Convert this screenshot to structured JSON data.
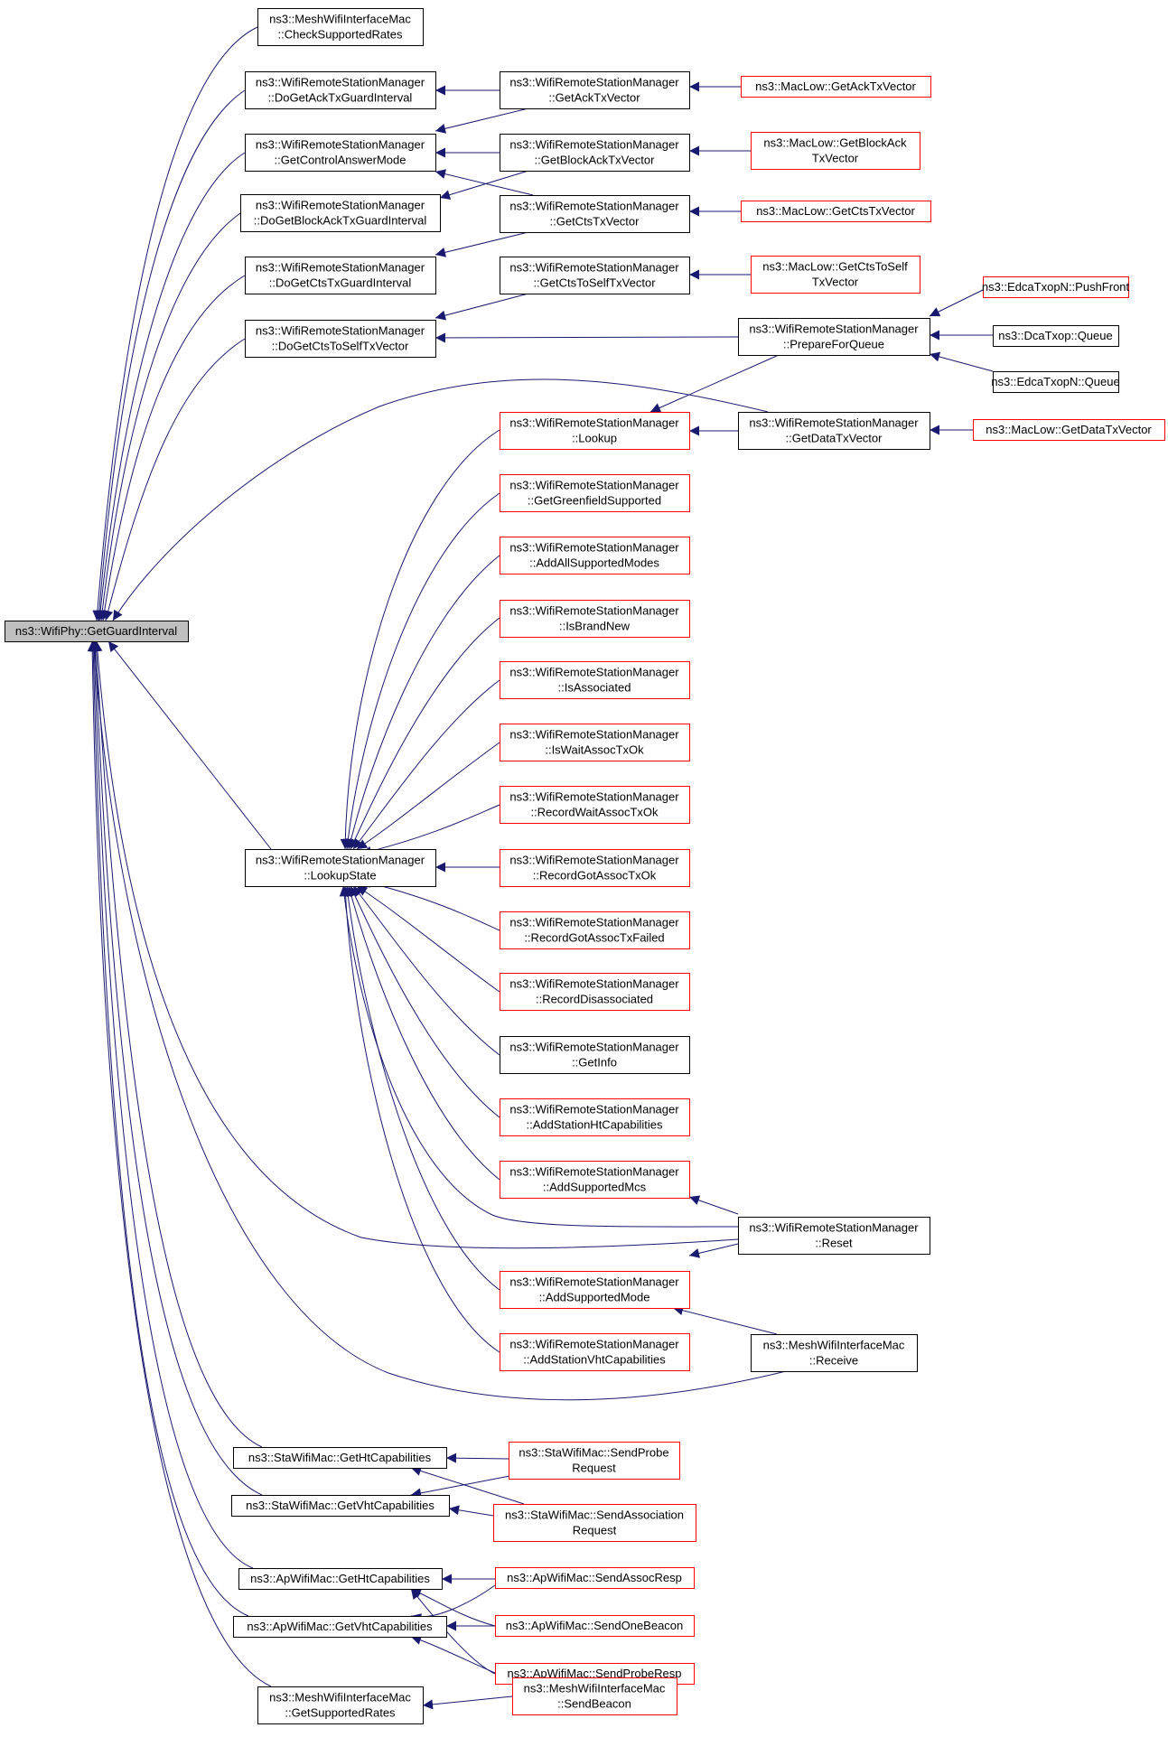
{
  "diagram": {
    "colors": {
      "edge": "#191970",
      "border_normal": "#000000",
      "border_truncated": "#ff0000",
      "fill_root": "#bfbfbf",
      "fill_node": "#ffffff"
    },
    "root": "ns3::WifiPhy::GetGuardInterval",
    "nodes": [
      {
        "id": "root",
        "lines": [
          "ns3::WifiPhy::GetGuardInterval"
        ],
        "style": "root"
      },
      {
        "id": "n1",
        "lines": [
          "ns3::MeshWifiInterfaceMac",
          "::CheckSupportedRates"
        ],
        "style": "normal"
      },
      {
        "id": "n2",
        "lines": [
          "ns3::WifiRemoteStationManager",
          "::DoGetAckTxGuardInterval"
        ],
        "style": "normal"
      },
      {
        "id": "n3",
        "lines": [
          "ns3::WifiRemoteStationManager",
          "::GetControlAnswerMode"
        ],
        "style": "normal"
      },
      {
        "id": "n4",
        "lines": [
          "ns3::WifiRemoteStationManager",
          "::DoGetBlockAckTxGuardInterval"
        ],
        "style": "normal"
      },
      {
        "id": "n5",
        "lines": [
          "ns3::WifiRemoteStationManager",
          "::DoGetCtsTxGuardInterval"
        ],
        "style": "normal"
      },
      {
        "id": "n6",
        "lines": [
          "ns3::WifiRemoteStationManager",
          "::DoGetCtsToSelfTxVector"
        ],
        "style": "normal"
      },
      {
        "id": "n7",
        "lines": [
          "ns3::WifiRemoteStationManager",
          "::LookupState"
        ],
        "style": "normal"
      },
      {
        "id": "n8",
        "lines": [
          "ns3::StaWifiMac::GetHtCapabilities"
        ],
        "style": "normal"
      },
      {
        "id": "n9",
        "lines": [
          "ns3::StaWifiMac::GetVhtCapabilities"
        ],
        "style": "normal"
      },
      {
        "id": "n10",
        "lines": [
          "ns3::ApWifiMac::GetHtCapabilities"
        ],
        "style": "normal"
      },
      {
        "id": "n11",
        "lines": [
          "ns3::ApWifiMac::GetVhtCapabilities"
        ],
        "style": "normal"
      },
      {
        "id": "n12",
        "lines": [
          "ns3::MeshWifiInterfaceMac",
          "::GetSupportedRates"
        ],
        "style": "normal"
      },
      {
        "id": "n13",
        "lines": [
          "ns3::WifiRemoteStationManager",
          "::GetAckTxVector"
        ],
        "style": "normal"
      },
      {
        "id": "n14",
        "lines": [
          "ns3::WifiRemoteStationManager",
          "::GetBlockAckTxVector"
        ],
        "style": "normal"
      },
      {
        "id": "n15",
        "lines": [
          "ns3::WifiRemoteStationManager",
          "::GetCtsTxVector"
        ],
        "style": "normal"
      },
      {
        "id": "n16",
        "lines": [
          "ns3::WifiRemoteStationManager",
          "::GetCtsToSelfTxVector"
        ],
        "style": "normal"
      },
      {
        "id": "n17",
        "lines": [
          "ns3::WifiRemoteStationManager",
          "::Lookup"
        ],
        "style": "truncated"
      },
      {
        "id": "n18",
        "lines": [
          "ns3::WifiRemoteStationManager",
          "::GetGreenfieldSupported"
        ],
        "style": "truncated"
      },
      {
        "id": "n19",
        "lines": [
          "ns3::WifiRemoteStationManager",
          "::AddAllSupportedModes"
        ],
        "style": "truncated"
      },
      {
        "id": "n20",
        "lines": [
          "ns3::WifiRemoteStationManager",
          "::IsBrandNew"
        ],
        "style": "truncated"
      },
      {
        "id": "n21",
        "lines": [
          "ns3::WifiRemoteStationManager",
          "::IsAssociated"
        ],
        "style": "truncated"
      },
      {
        "id": "n22",
        "lines": [
          "ns3::WifiRemoteStationManager",
          "::IsWaitAssocTxOk"
        ],
        "style": "truncated"
      },
      {
        "id": "n23",
        "lines": [
          "ns3::WifiRemoteStationManager",
          "::RecordWaitAssocTxOk"
        ],
        "style": "truncated"
      },
      {
        "id": "n24",
        "lines": [
          "ns3::WifiRemoteStationManager",
          "::RecordGotAssocTxOk"
        ],
        "style": "truncated"
      },
      {
        "id": "n25",
        "lines": [
          "ns3::WifiRemoteStationManager",
          "::RecordGotAssocTxFailed"
        ],
        "style": "truncated"
      },
      {
        "id": "n26",
        "lines": [
          "ns3::WifiRemoteStationManager",
          "::RecordDisassociated"
        ],
        "style": "truncated"
      },
      {
        "id": "n27",
        "lines": [
          "ns3::WifiRemoteStationManager",
          "::GetInfo"
        ],
        "style": "normal"
      },
      {
        "id": "n28",
        "lines": [
          "ns3::WifiRemoteStationManager",
          "::AddStationHtCapabilities"
        ],
        "style": "truncated"
      },
      {
        "id": "n29",
        "lines": [
          "ns3::WifiRemoteStationManager",
          "::AddSupportedMcs"
        ],
        "style": "truncated"
      },
      {
        "id": "n30",
        "lines": [
          "ns3::WifiRemoteStationManager",
          "::AddSupportedMode"
        ],
        "style": "truncated"
      },
      {
        "id": "n31",
        "lines": [
          "ns3::WifiRemoteStationManager",
          "::AddStationVhtCapabilities"
        ],
        "style": "truncated"
      },
      {
        "id": "n32",
        "lines": [
          "ns3::StaWifiMac::SendProbe",
          "Request"
        ],
        "style": "truncated"
      },
      {
        "id": "n33",
        "lines": [
          "ns3::StaWifiMac::SendAssociation",
          "Request"
        ],
        "style": "truncated"
      },
      {
        "id": "n34",
        "lines": [
          "ns3::ApWifiMac::SendAssocResp"
        ],
        "style": "truncated"
      },
      {
        "id": "n35",
        "lines": [
          "ns3::ApWifiMac::SendOneBeacon"
        ],
        "style": "truncated"
      },
      {
        "id": "n36",
        "lines": [
          "ns3::ApWifiMac::SendProbeResp"
        ],
        "style": "truncated"
      },
      {
        "id": "n37",
        "lines": [
          "ns3::MeshWifiInterfaceMac",
          "::SendBeacon"
        ],
        "style": "truncated"
      },
      {
        "id": "n38",
        "lines": [
          "ns3::MacLow::GetAckTxVector"
        ],
        "style": "truncated"
      },
      {
        "id": "n39",
        "lines": [
          "ns3::MacLow::GetBlockAck",
          "TxVector"
        ],
        "style": "truncated"
      },
      {
        "id": "n40",
        "lines": [
          "ns3::MacLow::GetCtsTxVector"
        ],
        "style": "truncated"
      },
      {
        "id": "n41",
        "lines": [
          "ns3::MacLow::GetCtsToSelf",
          "TxVector"
        ],
        "style": "truncated"
      },
      {
        "id": "n42",
        "lines": [
          "ns3::WifiRemoteStationManager",
          "::PrepareForQueue"
        ],
        "style": "normal"
      },
      {
        "id": "n43",
        "lines": [
          "ns3::WifiRemoteStationManager",
          "::GetDataTxVector"
        ],
        "style": "normal"
      },
      {
        "id": "n44",
        "lines": [
          "ns3::WifiRemoteStationManager",
          "::Reset"
        ],
        "style": "normal"
      },
      {
        "id": "n45",
        "lines": [
          "ns3::MeshWifiInterfaceMac",
          "::Receive"
        ],
        "style": "normal"
      },
      {
        "id": "n46",
        "lines": [
          "ns3::EdcaTxopN::PushFront"
        ],
        "style": "truncated"
      },
      {
        "id": "n47",
        "lines": [
          "ns3::DcaTxop::Queue"
        ],
        "style": "normal"
      },
      {
        "id": "n48",
        "lines": [
          "ns3::EdcaTxopN::Queue"
        ],
        "style": "normal"
      },
      {
        "id": "n49",
        "lines": [
          "ns3::MacLow::GetDataTxVector"
        ],
        "style": "truncated"
      }
    ],
    "edges": [
      [
        "n1",
        "root"
      ],
      [
        "n2",
        "root"
      ],
      [
        "n3",
        "root"
      ],
      [
        "n4",
        "root"
      ],
      [
        "n5",
        "root"
      ],
      [
        "n6",
        "root"
      ],
      [
        "n7",
        "root"
      ],
      [
        "n8",
        "root"
      ],
      [
        "n9",
        "root"
      ],
      [
        "n10",
        "root"
      ],
      [
        "n11",
        "root"
      ],
      [
        "n12",
        "root"
      ],
      [
        "n43",
        "root"
      ],
      [
        "n44",
        "root"
      ],
      [
        "n45",
        "root"
      ],
      [
        "n13",
        "n2"
      ],
      [
        "n13",
        "n3"
      ],
      [
        "n14",
        "n3"
      ],
      [
        "n15",
        "n3"
      ],
      [
        "n14",
        "n4"
      ],
      [
        "n15",
        "n5"
      ],
      [
        "n16",
        "n6"
      ],
      [
        "n42",
        "n6"
      ],
      [
        "n38",
        "n13"
      ],
      [
        "n39",
        "n14"
      ],
      [
        "n40",
        "n15"
      ],
      [
        "n41",
        "n16"
      ],
      [
        "n46",
        "n42"
      ],
      [
        "n47",
        "n42"
      ],
      [
        "n48",
        "n42"
      ],
      [
        "n42",
        "n17"
      ],
      [
        "n43",
        "n17"
      ],
      [
        "n49",
        "n43"
      ],
      [
        "n17",
        "n7"
      ],
      [
        "n18",
        "n7"
      ],
      [
        "n19",
        "n7"
      ],
      [
        "n20",
        "n7"
      ],
      [
        "n21",
        "n7"
      ],
      [
        "n22",
        "n7"
      ],
      [
        "n23",
        "n7"
      ],
      [
        "n24",
        "n7"
      ],
      [
        "n25",
        "n7"
      ],
      [
        "n26",
        "n7"
      ],
      [
        "n27",
        "n7"
      ],
      [
        "n28",
        "n7"
      ],
      [
        "n29",
        "n7"
      ],
      [
        "n30",
        "n7"
      ],
      [
        "n31",
        "n7"
      ],
      [
        "n44",
        "n7"
      ],
      [
        "n44",
        "n29"
      ],
      [
        "n44",
        "n30"
      ],
      [
        "n45",
        "n30"
      ],
      [
        "n32",
        "n8"
      ],
      [
        "n33",
        "n8"
      ],
      [
        "n32",
        "n9"
      ],
      [
        "n33",
        "n9"
      ],
      [
        "n34",
        "n10"
      ],
      [
        "n35",
        "n10"
      ],
      [
        "n36",
        "n10"
      ],
      [
        "n34",
        "n11"
      ],
      [
        "n35",
        "n11"
      ],
      [
        "n36",
        "n11"
      ],
      [
        "n37",
        "n12"
      ]
    ]
  }
}
